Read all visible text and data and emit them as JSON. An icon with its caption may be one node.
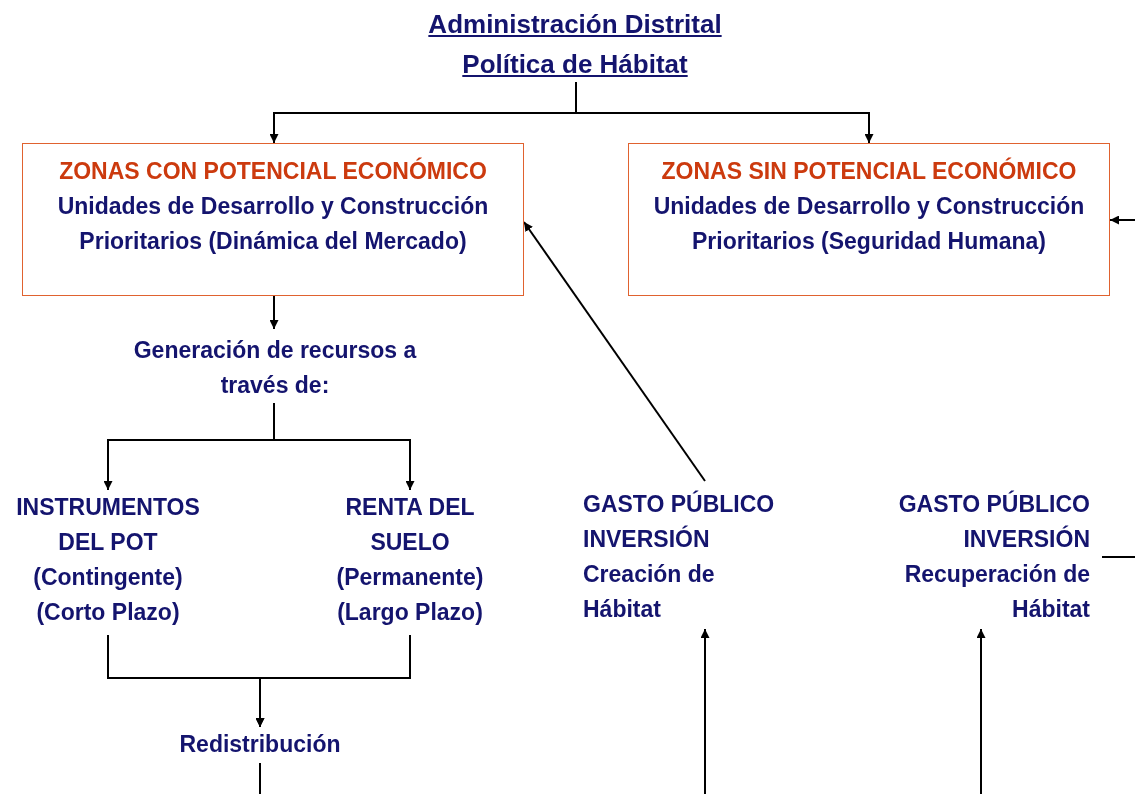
{
  "diagram": {
    "nodes": [
      {
        "text": [
          "Administración Distrital Política de Hábitat"
        ]
      },
      {
        "text": [
          "ZONAS CON POTENCIAL ECONÓMICO",
          "Unidades de Desarrollo y Construcción Prioritarios (Dinámica del Mercado)"
        ]
      },
      {
        "text": [
          "ZONAS SIN POTENCIAL ECONÓMICO",
          "Unidades de Desarrollo y Construcción Prioritarios (Seguridad Humana)"
        ]
      },
      {
        "text": [
          "Generación de recursos a través de:"
        ]
      },
      {
        "text": [
          "INSTRUMENTOS DEL POT",
          "(Contingente) (Corto Plazo)"
        ]
      },
      {
        "text": [
          "RENTA DEL SUELO",
          "(Permanente) (Largo Plazo)"
        ]
      },
      {
        "text": [
          "Redistribución"
        ]
      },
      {
        "text": [
          "GASTO PÚBLICO INVERSIÓN",
          "Creación de Hábitat"
        ]
      },
      {
        "text": [
          "GASTO PÚBLICO INVERSIÓN",
          "Recuperación de Hábitat"
        ]
      }
    ],
    "edges": [
      {
        "from": 0,
        "to": 1,
        "arrow": "to"
      },
      {
        "from": 0,
        "to": 2,
        "arrow": "to"
      },
      {
        "from": 1,
        "to": 3,
        "arrow": "to"
      },
      {
        "from": 3,
        "to": 4,
        "arrow": "to"
      },
      {
        "from": 3,
        "to": 5,
        "arrow": "to"
      },
      {
        "from": 4,
        "to": 6,
        "arrow": "to"
      },
      {
        "from": 5,
        "to": 6,
        "arrow": "to"
      },
      {
        "from": 6,
        "to": null,
        "arrow": "none"
      },
      {
        "from": 7,
        "to": 1,
        "arrow": "to"
      },
      {
        "from": null,
        "to": 7,
        "arrow": "to"
      },
      {
        "from": null,
        "to": 8,
        "arrow": "to"
      },
      {
        "from": 8,
        "to": null,
        "arrow": "none"
      },
      {
        "from": null,
        "to": 2,
        "arrow": "to"
      }
    ]
  }
}
